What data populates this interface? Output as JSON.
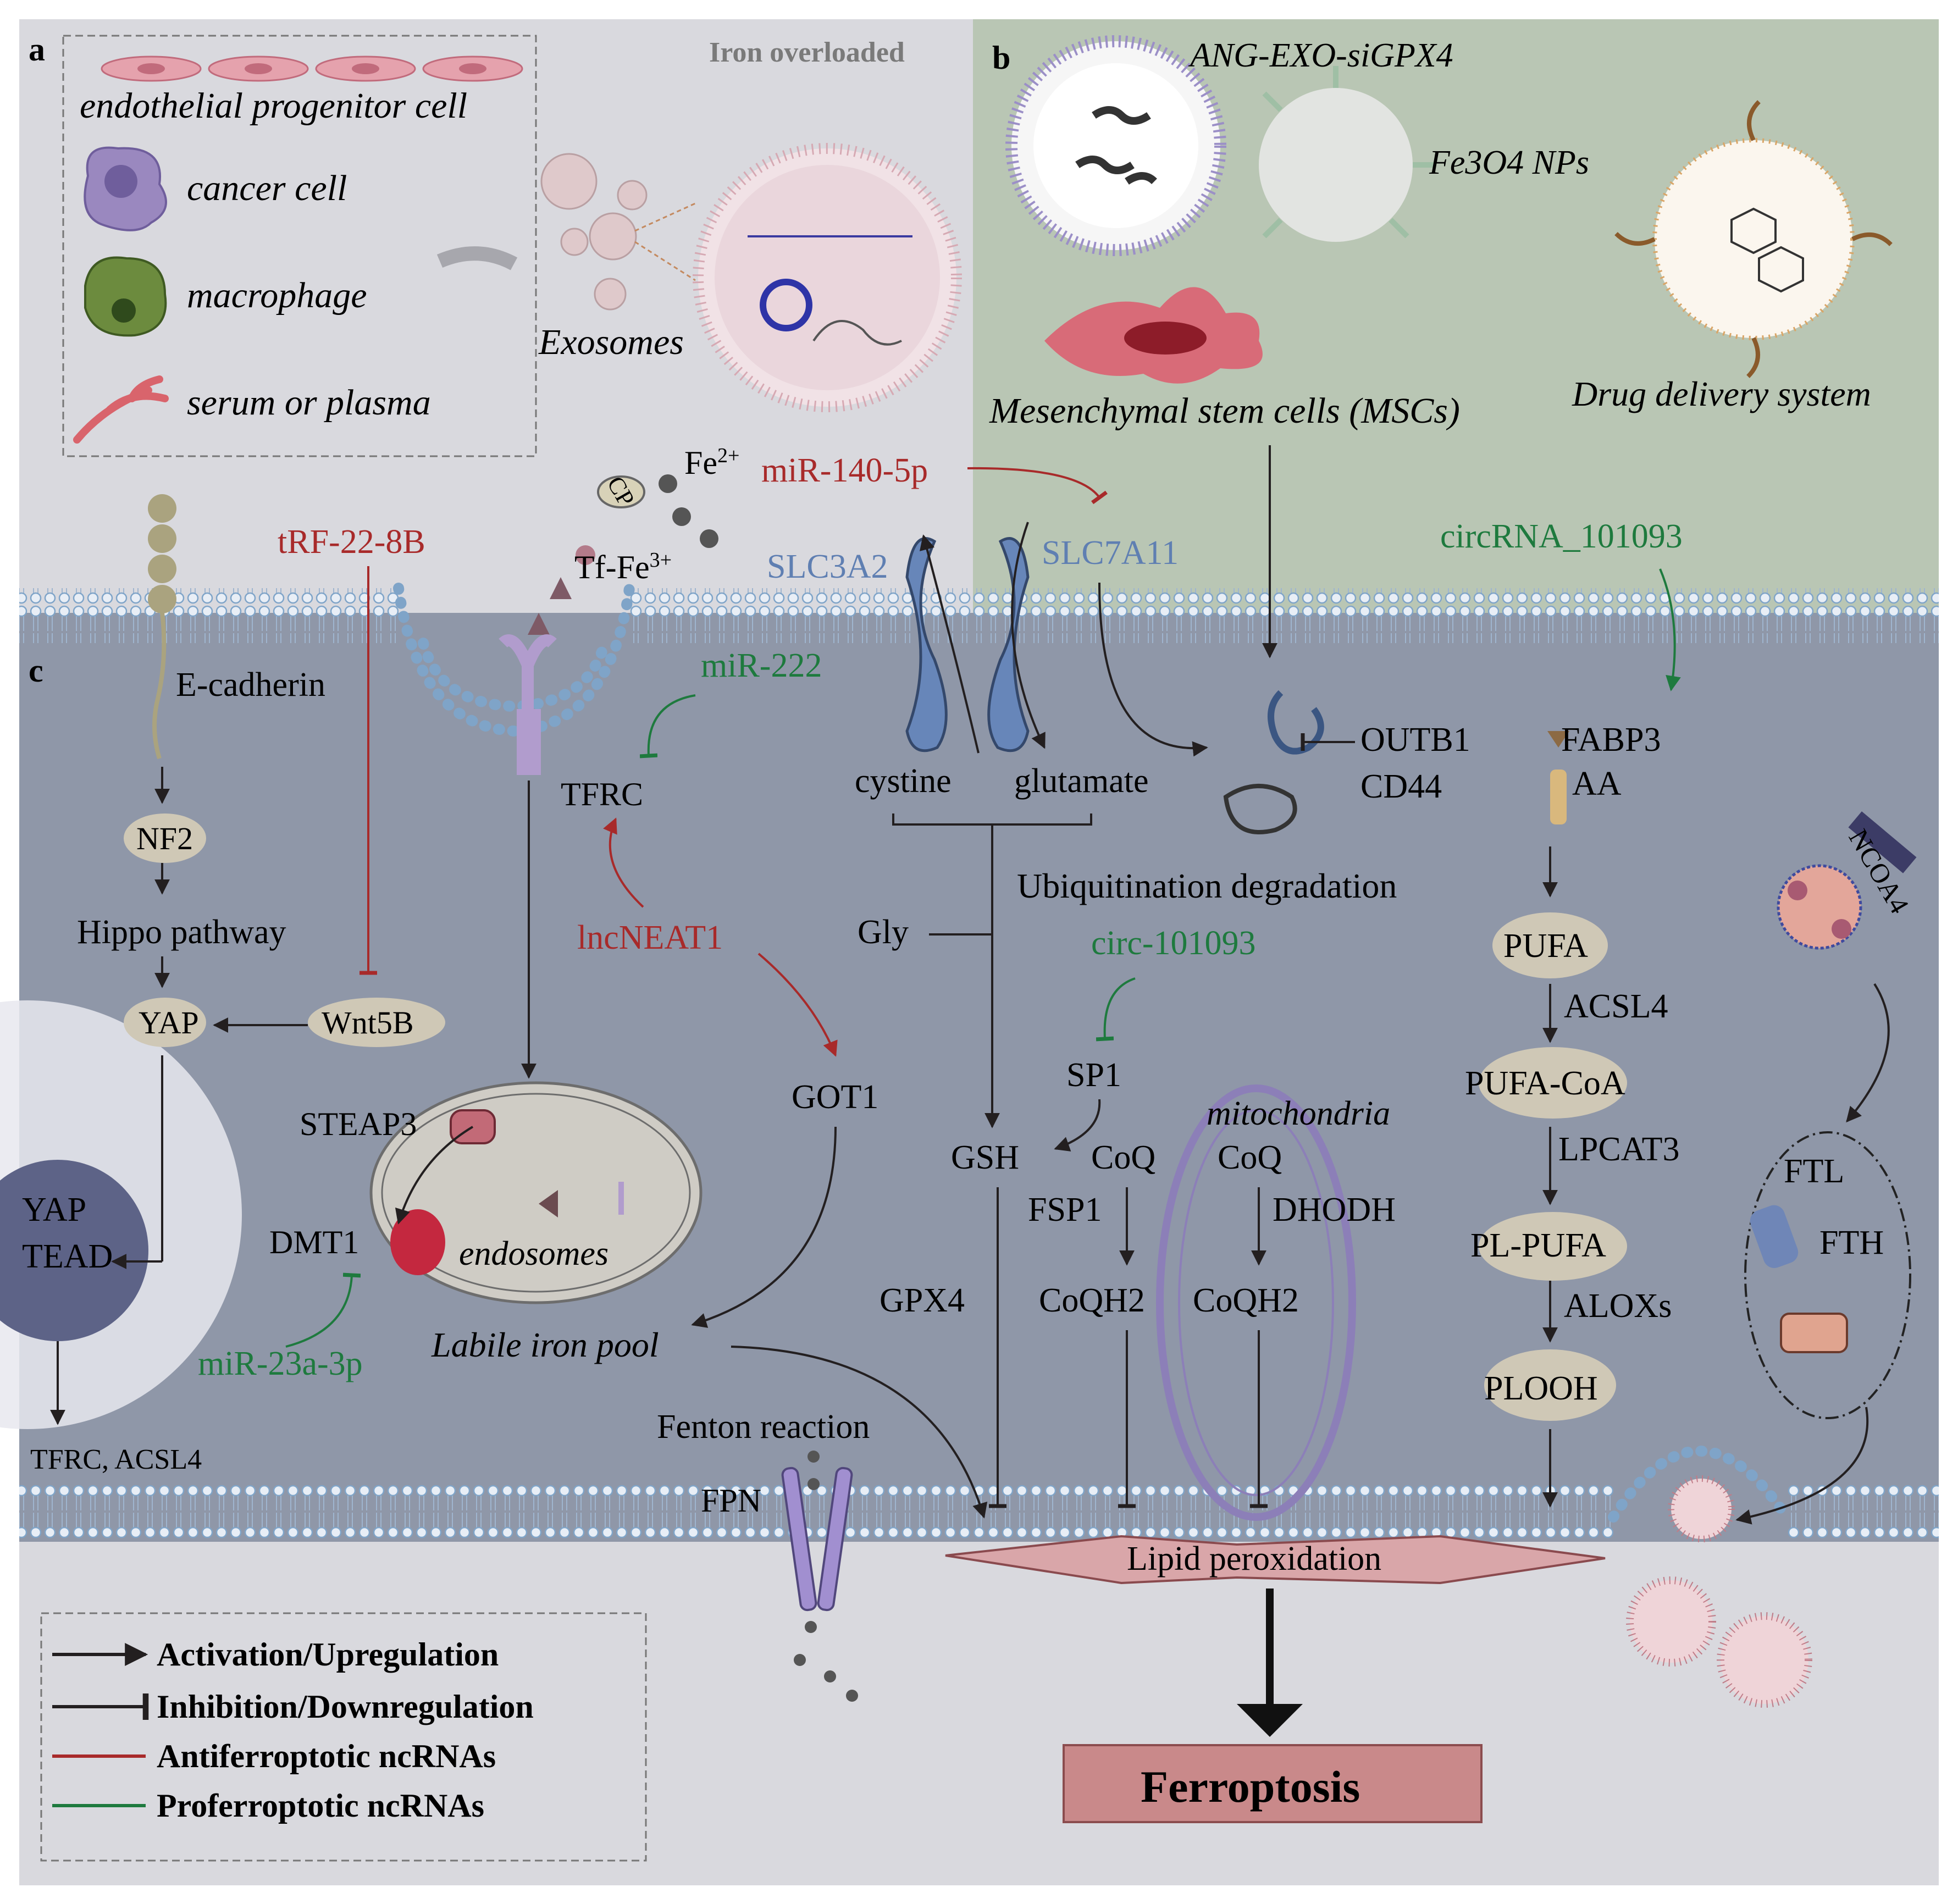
{
  "colors": {
    "panel_a_bg": "#d9d9de",
    "panel_b_bg": "#b9c6b4",
    "panel_c_bg": "#8f97a8",
    "bottom_bg": "#d9d9de",
    "activation": "#231f20",
    "antiferroptotic": "#a82a2a",
    "proferroptotic": "#1e7a3e",
    "transporter": "#5f7fb2",
    "node_oval": "#cfc8b6",
    "ferroptosis_box": "#c9898a"
  },
  "panel_labels": {
    "a": "a",
    "b": "b",
    "c": "c"
  },
  "panel_a": {
    "iron_overloaded": "Iron overloaded",
    "sources": [
      "endothelial progenitor cell",
      "cancer cell",
      "macrophage",
      "serum or plasma"
    ],
    "exosomes": "Exosomes"
  },
  "panel_b": {
    "ang_exo": "ANG-EXO-siGPX4",
    "fe3o4": "Fe3O4 NPs",
    "mscs": "Mesenchymal stem cells (MSCs)",
    "dds": "Drug delivery system"
  },
  "ncrna": {
    "trf": "tRF-22-8B",
    "mir140": "miR-140-5p",
    "circrna_101093": "circRNA_101093",
    "mir222": "miR-222",
    "lncneat1": "lncNEAT1",
    "circ101093": "circ-101093",
    "mir23a": "miR-23a-3p"
  },
  "iron_uptake": {
    "fe2": "Fe",
    "fe2_sup": "2+",
    "cp": "CP",
    "tf": "Tf-Fe",
    "tf_sup": "3+",
    "tfrc": "TFRC"
  },
  "transporters": {
    "slc3a2": "SLC3A2",
    "slc7a11": "SLC7A11",
    "cystine": "cystine",
    "glutamate": "glutamate",
    "gly": "Gly",
    "outb1": "OUTB1",
    "cd44": "CD44",
    "ubiq": "Ubiquitination degradation"
  },
  "hippo": {
    "ecad": "E-cadherin",
    "nf2": "NF2",
    "hippo": "Hippo pathway",
    "yap": "YAP",
    "wnt5b": "Wnt5B",
    "yap_nuc": "YAP",
    "tead": "TEAD",
    "targets": "TFRC, ACSL4"
  },
  "iron_metab": {
    "steap3": "STEAP3",
    "dmt1": "DMT1",
    "endosomes": "endosomes",
    "lip": "Labile iron pool",
    "got1": "GOT1",
    "fenton": "Fenton reaction",
    "fpn": "FPN"
  },
  "gsh_axis": {
    "sp1": "SP1",
    "gsh": "GSH",
    "gpx4": "GPX4",
    "coq1": "CoQ",
    "fsp1": "FSP1",
    "coqh2_1": "CoQH2",
    "mito": "mitochondria",
    "coq2": "CoQ",
    "dhodh": "DHODH",
    "coqh2_2": "CoQH2"
  },
  "lipid": {
    "fabp3": "FABP3",
    "aa": "AA",
    "pufa": "PUFA",
    "acsl4": "ACSL4",
    "pufa_coa": "PUFA-CoA",
    "lpcat3": "LPCAT3",
    "pl_pufa": "PL-PUFA",
    "aloxs": "ALOXs",
    "plooh": "PLOOH"
  },
  "ferritin": {
    "ncoa4": "NCOA4",
    "ftl": "FTL",
    "fth": "FTH"
  },
  "outcome": {
    "lipid_perox": "Lipid peroxidation",
    "ferroptosis": "Ferroptosis"
  },
  "legend": {
    "activation": "Activation/Upregulation",
    "inhibition": "Inhibition/Downregulation",
    "anti": "Antiferroptotic ncRNAs",
    "pro": "Proferroptotic ncRNAs"
  }
}
